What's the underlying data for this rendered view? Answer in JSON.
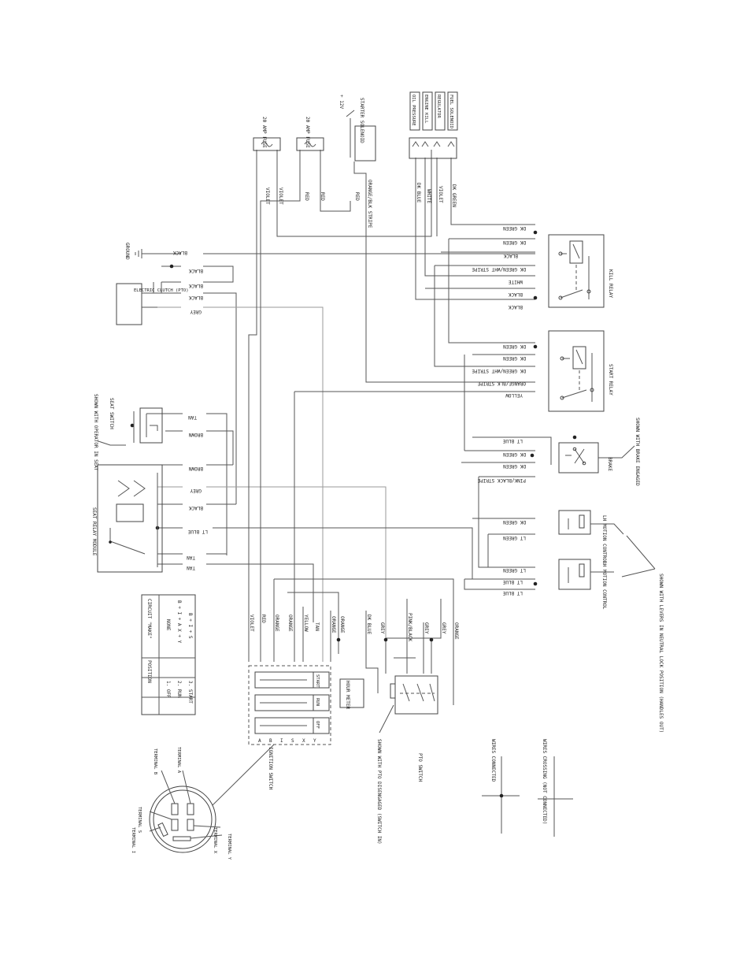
{
  "wire_labels": {
    "ground": "GROUND",
    "black": "BLACK",
    "grey": "GREY",
    "dk_green": "DK GREEN",
    "lt_green": "LT GREEN",
    "dk_green_white_stripe": "DK GREEN/WHT STRIPE",
    "white": "WHITE",
    "orange_black_stripe": "ORANGE/BLK STRIPE",
    "yellow": "YELLOW",
    "lt_blue": "LT BLUE",
    "pink_black_stripe": "PINK/BLACK STRIPE",
    "tan": "TAN",
    "brown": "BROWN",
    "violet": "VIOLET",
    "red": "RED",
    "dk_blue": "DK BLUE",
    "orange": "ORANGE",
    "pink_black": "PINK/BLACK"
  },
  "components": {
    "fuse_a": "20 AMP\nFUSE",
    "fuse_b": "20 AMP\nFUSE",
    "plus_12v": "+ 12V",
    "starter_solenoid": "STARTER\nSOLENOID",
    "electric_clutch": "ELECTRIC\nCLUTCH\n(PTO)",
    "seat_switch": "SEAT\nSWITCH",
    "seat_switch_note": "SHOWN WITH OPERATOR\nIN SEAT",
    "seat_relay_module": "SEAT RELAY\nMODULE",
    "kill_relay": "KILL\nRELAY",
    "start_relay": "START\nRELAY",
    "brake": "BRAKE",
    "brake_note": "SHOWN WITH\nBRAKE ENGAGED",
    "lh_motion": "LH MOTION\nCONTROL",
    "rh_motion": "RH MOTION\nCONTROL",
    "motion_note": "SHOWN WITH LEVERS IN NEUTRAL\nLOCK POSITION (HANDLES OUT)",
    "hour_meter": "HOUR\nMETER",
    "pto_switch": "PTO\nSWITCH",
    "pto_note": "SHOWN WITH PTO\nDISENGAGED (SWITCH IN)",
    "ignition_switch": "IGNITION\nSWITCH",
    "wires_connected": "WIRES CONNECTED",
    "wires_crossing": "WIRES CROSSING\n(NOT CONNECTED)"
  },
  "engine_connector": [
    "OIL PRESSURE",
    "ENGINE KILL",
    "REGULATOR",
    "FUEL SOLENOID"
  ],
  "ignition_positions": [
    "OFF",
    "RUN",
    "START"
  ],
  "ignition_terminal_letters": [
    "A",
    "B",
    "I",
    "S",
    "X",
    "Y"
  ],
  "ignition_terminals": [
    "TERMINAL B",
    "TERMINAL A",
    "TERMINAL S",
    "TERMINAL I",
    "TERMINAL X",
    "TERMINAL Y"
  ],
  "position_table": {
    "headers": [
      "POSITION",
      "CIRCUIT \"MAKE\""
    ],
    "rows": [
      [
        "1. OFF",
        "NONE"
      ],
      [
        "2. RUN",
        "B + I + A   X + Y"
      ],
      [
        "3. START",
        "B + I + S"
      ]
    ]
  }
}
